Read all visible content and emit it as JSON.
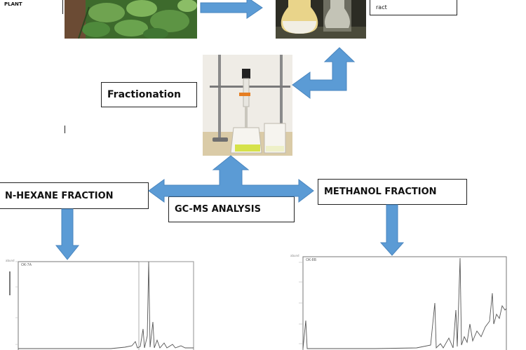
{
  "labels": {
    "plant": "PLANT",
    "extract_partial": "ract",
    "fractionation": "Fractionation",
    "nhexane": "N-HEXANE FRACTION",
    "methanol": "METHANOL FRACTION",
    "gcms": "GC-MS ANALYSIS"
  },
  "colors": {
    "arrow": "#5b9bd5",
    "leaf_dark": "#2f5a25",
    "leaf_light": "#6fa350",
    "bench": "#d9c9a5"
  },
  "chromatograms": {
    "left_header": "OK-7A",
    "right_header": "OK-8B",
    "left_ytick_top": "abund",
    "right_ytick_top": "abund"
  }
}
